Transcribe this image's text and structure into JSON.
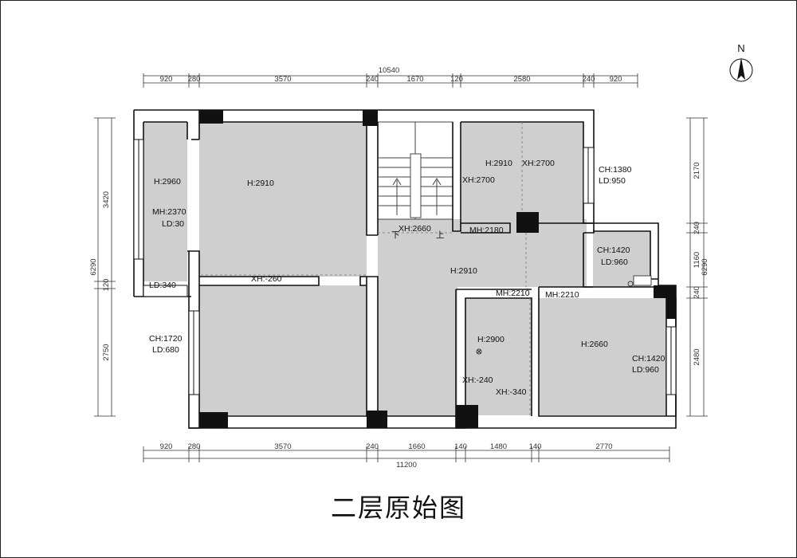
{
  "caption": "二层原始图",
  "north": "N",
  "dims": {
    "top_total": "10540",
    "top_segments": [
      "920",
      "280",
      "3570",
      "240",
      "1670",
      "120",
      "2580",
      "240",
      "920"
    ],
    "bottom_total": "11200",
    "bottom_segments": [
      "920",
      "280",
      "3570",
      "240",
      "1660",
      "140",
      "1480",
      "140",
      "2770"
    ],
    "left_outer": "6290",
    "left_segments": [
      "3420",
      "120",
      "2750"
    ],
    "right_outer": "6290",
    "right_segments": [
      "2170",
      "240",
      "1160",
      "240",
      "2480"
    ]
  },
  "labels": {
    "bal_h": "H:2960",
    "bal_mh": "MH:2370",
    "bal_ld": "LD:30",
    "ld340": "LD:340",
    "nw_h": "H:2910",
    "xh_260": "XH:-260",
    "ch1720": "CH:1720",
    "ld680": "LD:680",
    "ne_h": "H:2910",
    "ne_xh2700a": "XH:2700",
    "ne_xh2700b": "XH:2700",
    "ch1380": "CH:1380",
    "ld950": "LD:950",
    "xh2660": "XH:2660",
    "stair_down": "下",
    "stair_up": "上",
    "mh2180": "MH:2180",
    "hall_h": "H:2910",
    "ch1420a": "CH:1420",
    "ld960a": "LD:960",
    "mh2210a": "MH:2210",
    "mh2210b": "MH:2210",
    "bath_h": "H:2900",
    "xh_240": "XH:-240",
    "xh_340": "XH:-340",
    "se_h": "H:2660",
    "ch1420b": "CH:1420",
    "ld960b": "LD:960"
  }
}
